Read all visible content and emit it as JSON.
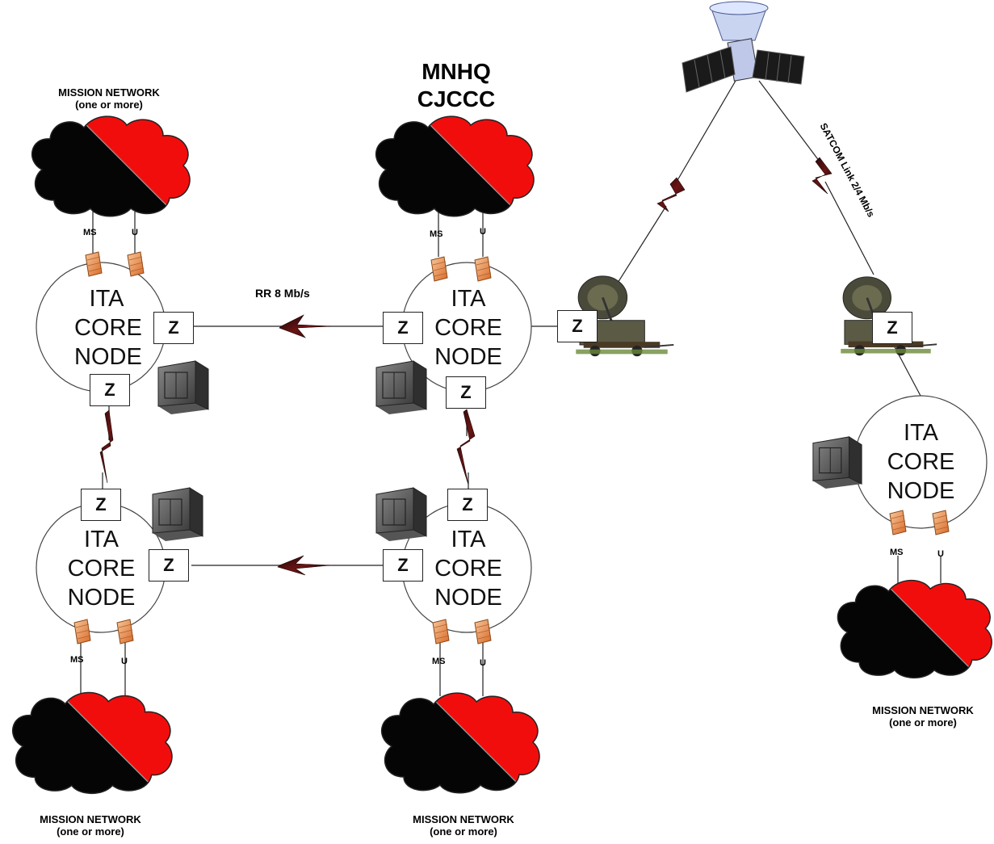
{
  "diagram": {
    "nodes": [
      {
        "id": "node-tl",
        "lines": [
          "ITA",
          "CORE",
          "NODE"
        ]
      },
      {
        "id": "node-tc",
        "lines": [
          "ITA",
          "CORE",
          "NODE"
        ]
      },
      {
        "id": "node-bl",
        "lines": [
          "ITA",
          "CORE",
          "NODE"
        ]
      },
      {
        "id": "node-bc",
        "lines": [
          "ITA",
          "CORE",
          "NODE"
        ]
      },
      {
        "id": "node-r",
        "lines": [
          "ITA",
          "CORE",
          "NODE"
        ]
      }
    ],
    "z_label": "Z",
    "firewall_labels": {
      "ms": "MS",
      "u": "U"
    },
    "mission_network": {
      "title": "MISSION NETWORK",
      "subtitle": "(one or more)"
    },
    "hq_label": {
      "line1": "MNHQ",
      "line2": "CJCCC"
    },
    "links": {
      "rr": "RR 8 Mb/s",
      "satcom": "SATCOM Link 2/4 Mb/s"
    },
    "colors": {
      "cloud_red": "#f20d0d",
      "cloud_black": "#050505",
      "lightning": "#3a0c0c",
      "firewall": "#e8904a",
      "line": "#222222"
    }
  }
}
